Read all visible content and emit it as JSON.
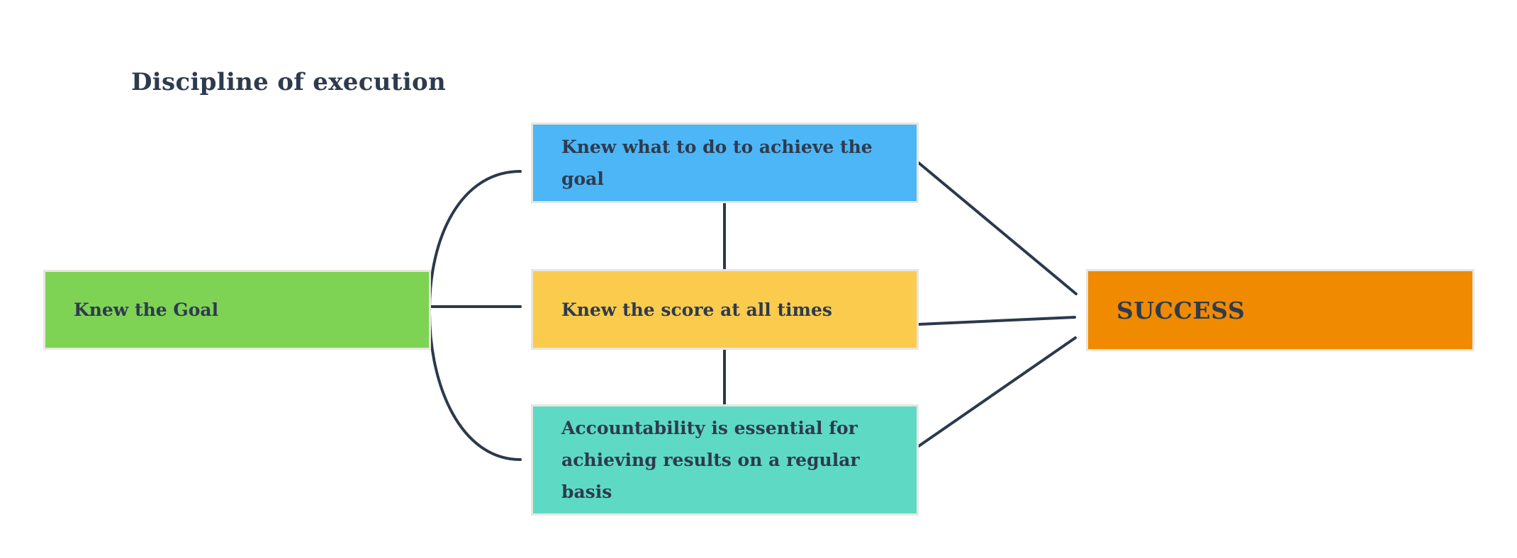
{
  "title": "Discipline of execution",
  "palette": {
    "background": "#ffffff",
    "text": "#2e3b4e",
    "arrow": "#2b394c",
    "node_border": "#e9e6e0"
  },
  "nodes": {
    "goal": {
      "label": "Knew the Goal",
      "color": "#7ed355"
    },
    "what": {
      "label": "Knew what to do to achieve the goal",
      "color": "#4db6f6"
    },
    "score": {
      "label": "Knew the score at all times",
      "color": "#fbcb4d"
    },
    "accountability": {
      "label": "Accountability is essential for achieving results on a regular basis",
      "color": "#5edac4"
    },
    "success": {
      "label": "SUCCESS",
      "color": "#f08a00"
    }
  },
  "edges": [
    {
      "from": "goal",
      "to": "what",
      "type": "curved-arrow"
    },
    {
      "from": "goal",
      "to": "score",
      "type": "straight-arrow"
    },
    {
      "from": "goal",
      "to": "accountability",
      "type": "curved-arrow"
    },
    {
      "from": "what",
      "to": "score",
      "type": "plain-line"
    },
    {
      "from": "score",
      "to": "accountability",
      "type": "plain-line"
    },
    {
      "from": "what",
      "to": "success",
      "type": "straight-arrow"
    },
    {
      "from": "score",
      "to": "success",
      "type": "straight-arrow"
    },
    {
      "from": "accountability",
      "to": "success",
      "type": "straight-arrow"
    }
  ]
}
